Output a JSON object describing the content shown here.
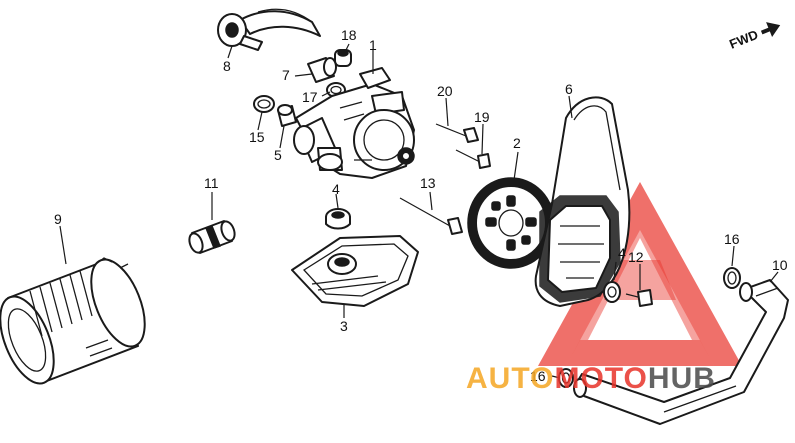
{
  "callouts": {
    "c1": "1",
    "c2": "2",
    "c3": "3",
    "c4a": "4",
    "c4b": "4",
    "c5": "5",
    "c6": "6",
    "c7": "7",
    "c8": "8",
    "c9": "9",
    "c10": "10",
    "c11": "11",
    "c12": "12",
    "c13": "13",
    "c15": "15",
    "c16a": "16",
    "c16b": "16",
    "c17": "17",
    "c18": "18",
    "c19": "19",
    "c20": "20"
  },
  "direction_marker": {
    "label": "FWD",
    "icon": "arrow-icon"
  },
  "watermark": {
    "part_a": "AUTO",
    "part_b": "MOTO",
    "part_c": "HUB",
    "color_a": "#f5a623",
    "color_b": "#e8332a",
    "color_c": "#4a4a4a",
    "icon": "triangle-logo-icon"
  }
}
